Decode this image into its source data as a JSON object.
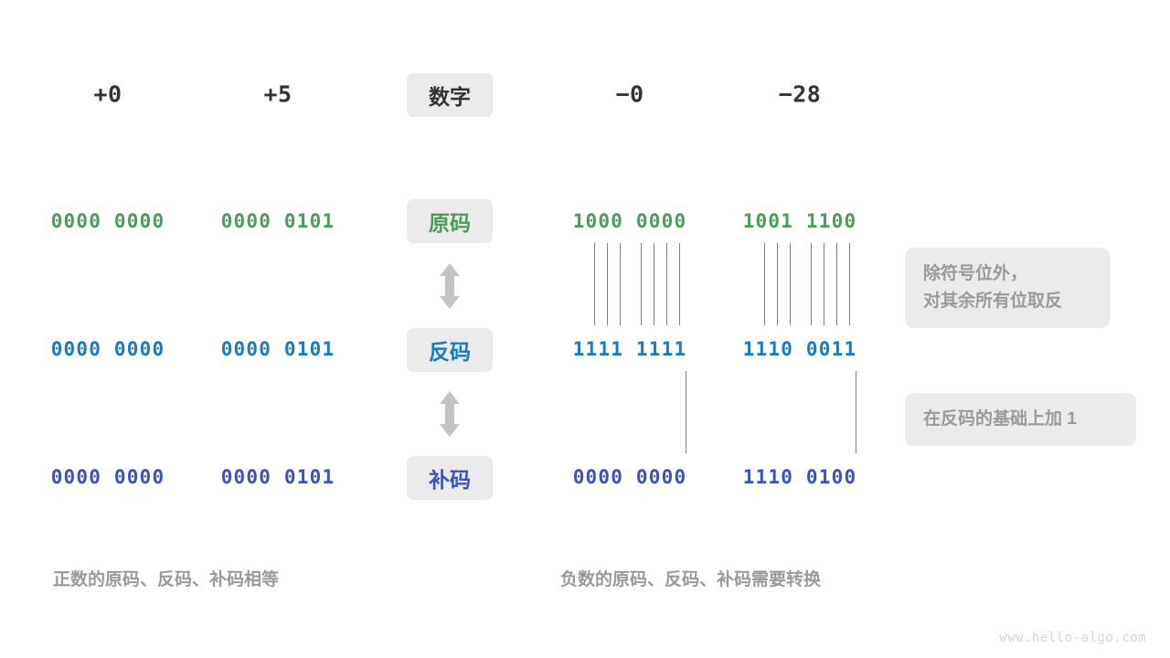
{
  "header": {
    "columns": [
      {
        "label": "+0",
        "kind": "positive"
      },
      {
        "label": "+5",
        "kind": "positive"
      },
      {
        "label": "数字",
        "kind": "chip"
      },
      {
        "label": "−0",
        "kind": "negative"
      },
      {
        "label": "−28",
        "kind": "negative"
      }
    ]
  },
  "rows": [
    {
      "chip_label": "原码",
      "color": "#4e9c5b",
      "cells": [
        "0000 0000",
        "0000 0101",
        "1000 0000",
        "1001 1100"
      ]
    },
    {
      "chip_label": "反码",
      "color": "#1a7ac4",
      "cells": [
        "0000 0000",
        "0000 0101",
        "1111 1111",
        "1110 0011"
      ]
    },
    {
      "chip_label": "补码",
      "color": "#3b52c4",
      "cells": [
        "0000 0000",
        "0000 0101",
        "0000 0000",
        "1110 0100"
      ]
    }
  ],
  "arrows": [
    {
      "name": "arrow-yuan-to-fan",
      "direction": "up-down"
    },
    {
      "name": "arrow-fan-to-bu",
      "direction": "up-down"
    }
  ],
  "notes": [
    {
      "text": "除符号位外，\n对其余所有位取反"
    },
    {
      "text": "在反码的基础上加  1"
    }
  ],
  "captions": [
    {
      "text": "正数的原码、反码、补码相等"
    },
    {
      "text": "负数的原码、反码、补码需要转换"
    }
  ],
  "watermark": "www.hello-algo.com",
  "colors": {
    "chip_bg": "#ebebeb",
    "gray_text": "#9a9a9a",
    "dark_text": "#333333",
    "line": "#808080",
    "background": "#ffffff"
  }
}
